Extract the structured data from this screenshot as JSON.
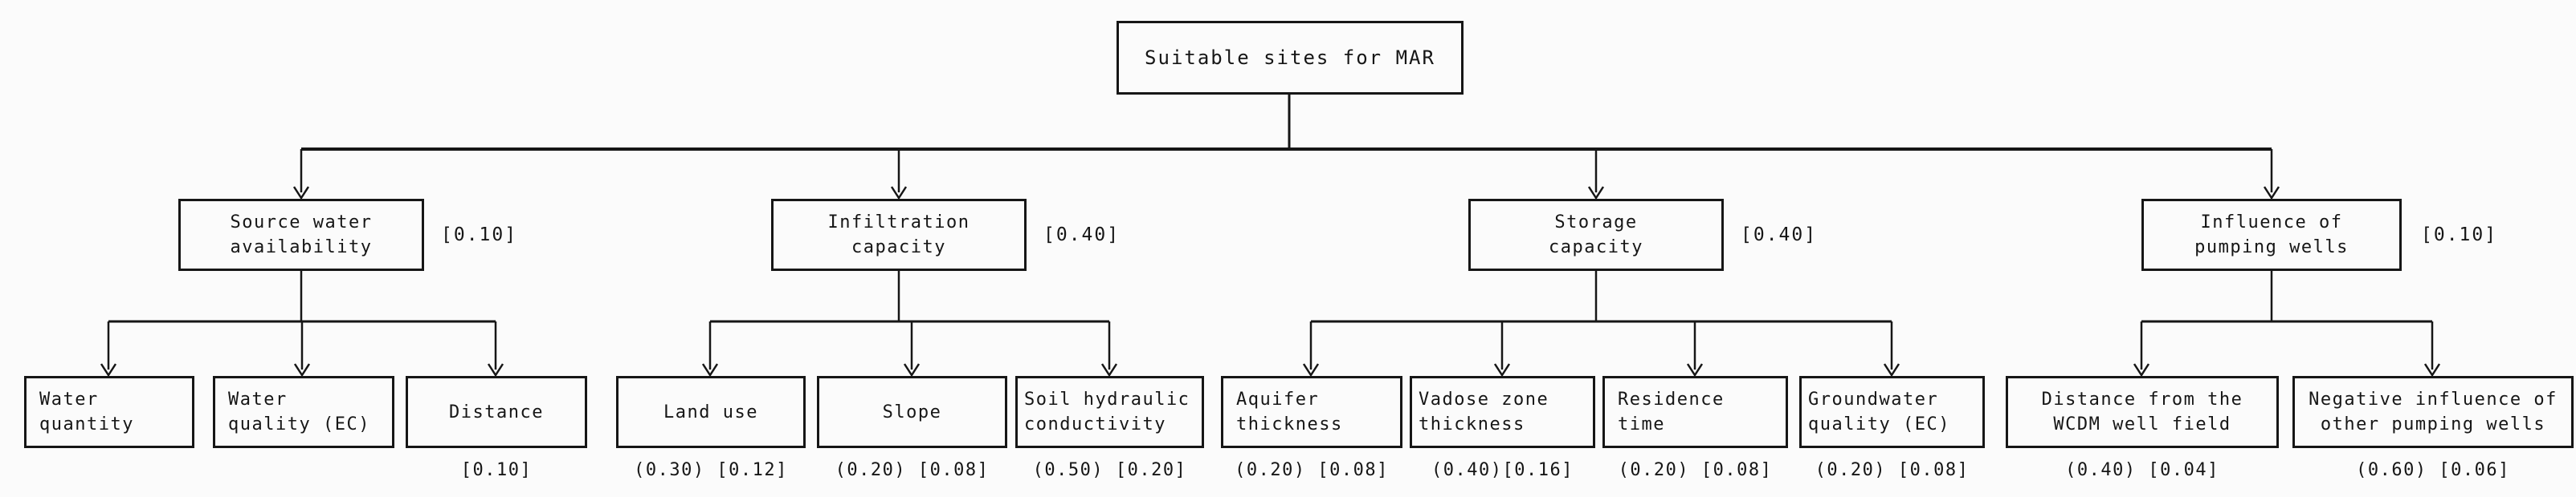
{
  "figure_type": "AHP criteria hierarchy diagram",
  "colors": {
    "ink": "#161616",
    "background": "#fbfbfb"
  },
  "nodes": {
    "root": {
      "label": "Suitable sites for MAR"
    },
    "c1": {
      "label": "Source water\navailability",
      "weight": "[0.10]"
    },
    "c2": {
      "label": "Infiltration\ncapacity",
      "weight": "[0.40]"
    },
    "c3": {
      "label": "Storage\ncapacity",
      "weight": "[0.40]"
    },
    "c4": {
      "label": "Influence of\npumping wells",
      "weight": "[0.10]"
    },
    "c1_1": {
      "label": "Water\nquantity",
      "weight": ""
    },
    "c1_2": {
      "label": "Water\nquality (EC)",
      "weight": ""
    },
    "c1_3": {
      "label": "Distance",
      "weight": "[0.10]"
    },
    "c2_1": {
      "label": "Land use",
      "weight": "(0.30) [0.12]"
    },
    "c2_2": {
      "label": "Slope",
      "weight": "(0.20) [0.08]"
    },
    "c2_3": {
      "label": "Soil hydraulic\nconductivity",
      "weight": "(0.50) [0.20]"
    },
    "c3_1": {
      "label": "Aquifer\nthickness",
      "weight": "(0.20) [0.08]"
    },
    "c3_2": {
      "label": "Vadose zone\nthickness",
      "weight": "(0.40)[0.16]"
    },
    "c3_3": {
      "label": "Residence\ntime",
      "weight": "(0.20) [0.08]"
    },
    "c3_4": {
      "label": "Groundwater\nquality (EC)",
      "weight": "(0.20) [0.08]"
    },
    "c4_1": {
      "label": "Distance from the\nWCDM well field",
      "weight": "(0.40) [0.04]"
    },
    "c4_2": {
      "label": "Negative influence of\nother pumping wells",
      "weight": "(0.60) [0.06]"
    }
  },
  "structure": {
    "root": [
      "c1",
      "c2",
      "c3",
      "c4"
    ],
    "c1": [
      "c1_1",
      "c1_2",
      "c1_3"
    ],
    "c2": [
      "c2_1",
      "c2_2",
      "c2_3"
    ],
    "c3": [
      "c3_1",
      "c3_2",
      "c3_3",
      "c3_4"
    ],
    "c4": [
      "c4_1",
      "c4_2"
    ]
  }
}
